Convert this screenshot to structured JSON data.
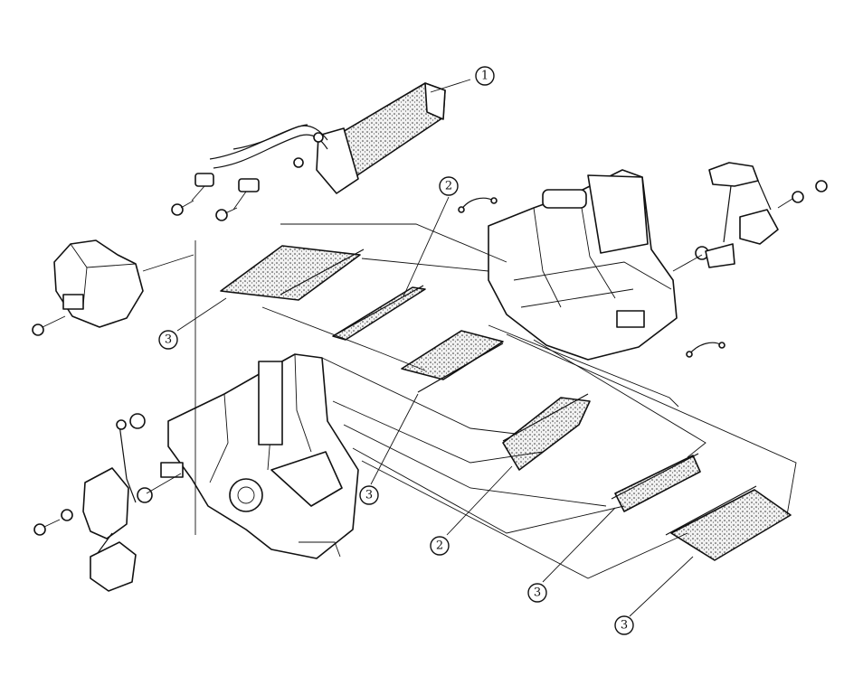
{
  "callouts": [
    {
      "id": "c1",
      "label": "1"
    },
    {
      "id": "c2a",
      "label": "2"
    },
    {
      "id": "c2b",
      "label": "2"
    },
    {
      "id": "c3a",
      "label": "3"
    },
    {
      "id": "c3b",
      "label": "3"
    },
    {
      "id": "c3c",
      "label": "3"
    },
    {
      "id": "c3d",
      "label": "3"
    }
  ],
  "colors": {
    "ink": "#111111",
    "paper": "#ffffff"
  }
}
